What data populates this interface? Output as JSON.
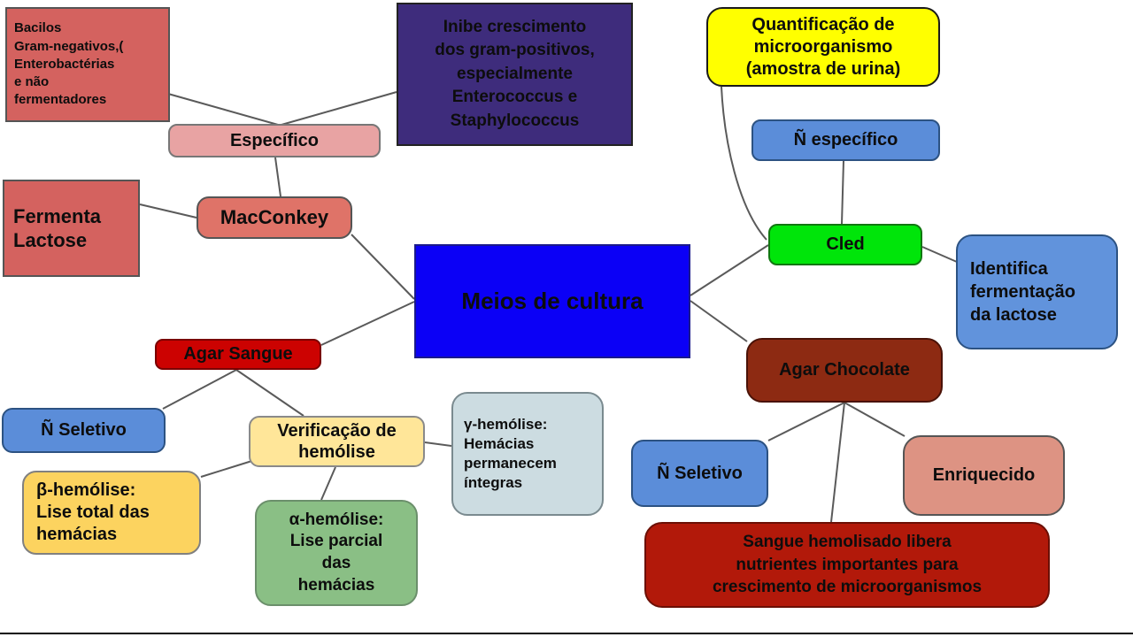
{
  "palette": {
    "center_blue": "#0b00f6",
    "salmon_box": "#d4625f",
    "light_pink": "#e8a3a3",
    "dark_purple": "#3e2c7c",
    "bright_yellow": "#ffff00",
    "medium_blue": "#5b8dd9",
    "bright_green": "#00e50a",
    "dark_brick": "#8d2a12",
    "bright_red": "#cc0201",
    "cream_yellow": "#ffe699",
    "pale_blue_gray": "#ccdce1",
    "soft_yellow": "#fcd35f",
    "soft_green": "#8abf85",
    "salmon_pink": "#dd9383",
    "dark_red": "#b2190a",
    "connector_gray": "#5a5a5a"
  },
  "nodes": {
    "bacilos": {
      "label": "Bacilos\nGram-negativos,(\nEnterobactérias\ne não\nfermentadores"
    },
    "especifico": {
      "label": "Específico"
    },
    "inibe": {
      "label": "Inibe crescimento\ndos gram-positivos,\nespecialmente\nEnterococcus e\nStaphylococcus"
    },
    "quantificacao": {
      "label": "Quantificação de\nmicroorganismo\n(amostra de urina)"
    },
    "n_especifico": {
      "label": "Ñ específico"
    },
    "fermenta": {
      "label": "Fermenta\nLactose"
    },
    "macconkey": {
      "label": "MacConkey"
    },
    "meios": {
      "label": "Meios de cultura"
    },
    "cled": {
      "label": "Cled"
    },
    "identifica": {
      "label": "Identifica\nfermentação\nda lactose"
    },
    "agar_chocolate": {
      "label": "Agar Chocolate"
    },
    "agar_sangue": {
      "label": "Agar Sangue"
    },
    "n_seletivo_left": {
      "label": "Ñ Seletivo"
    },
    "verificacao": {
      "label": "Verificação de\nhemólise"
    },
    "gamma": {
      "label": "γ-hemólise:\nHemácias\npermanecem\níntegras"
    },
    "beta": {
      "label": "β-hemólise:\nLise total das\nhemácias"
    },
    "alpha": {
      "label": "α-hemólise:\nLise parcial\ndas\nhemácias"
    },
    "n_seletivo_right": {
      "label": "Ñ Seletivo"
    },
    "enriquecido": {
      "label": "Enriquecido"
    },
    "sangue_hemolisado": {
      "label": "Sangue hemolisado libera\nnutrientes importantes para\ncrescimento de microorganismos"
    }
  }
}
